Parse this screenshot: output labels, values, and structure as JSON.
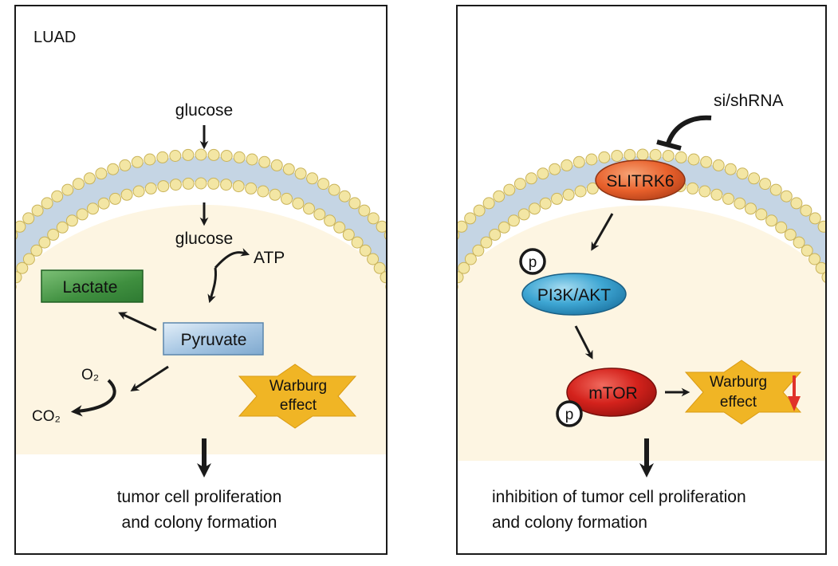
{
  "left_panel": {
    "label": "LUAD",
    "glucose_outside": "glucose",
    "glucose_inside": "glucose",
    "atp": "ATP",
    "lactate": "Lactate",
    "pyruvate": "Pyruvate",
    "o2": "O₂",
    "co2": "CO₂",
    "warburg_line1": "Warburg",
    "warburg_line2": "effect",
    "outcome_line1": "tumor cell proliferation",
    "outcome_line2": "and colony formation"
  },
  "right_panel": {
    "inhibitor": "si/shRNA",
    "slitrk6": "SLITRK6",
    "pi3k_akt": "PI3K/AKT",
    "phospho_1": "p",
    "mtor": "mTOR",
    "phospho_2": "p",
    "warburg_line1": "Warburg",
    "warburg_line2": "effect",
    "outcome_line1": "inhibition of tumor cell proliferation",
    "outcome_line2": "and colony formation"
  },
  "colors": {
    "cytoplasm": "#fdf5e2",
    "lipid_head": "#f3e6a4",
    "membrane_tail": "#c5d5e4",
    "lactate_box": "#4d9e4b",
    "pyruvate_box": "#a9c8e4",
    "slitrk6": "#e8602b",
    "pi3k_akt": "#3ea6d3",
    "mtor": "#d4221c",
    "warburg_star": "#f0b525",
    "down_arrow": "#e0322a"
  }
}
